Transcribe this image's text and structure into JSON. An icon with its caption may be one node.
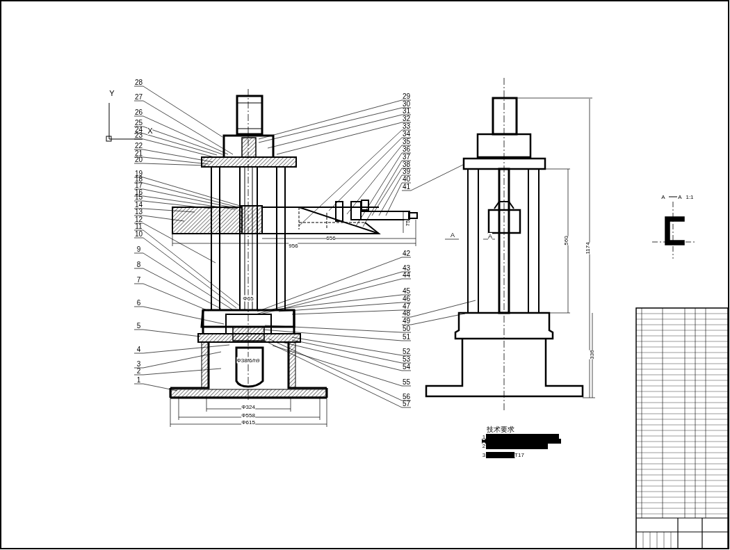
{
  "diagram": {
    "nodes": [
      {
        "text": [
          "28"
        ]
      },
      {
        "text": [
          "27"
        ]
      },
      {
        "text": [
          "26"
        ]
      },
      {
        "text": [
          "25"
        ]
      },
      {
        "text": [
          "24"
        ]
      },
      {
        "text": [
          "23"
        ]
      },
      {
        "text": [
          "22"
        ]
      },
      {
        "text": [
          "21"
        ]
      },
      {
        "text": [
          "20"
        ]
      },
      {
        "text": [
          "19"
        ]
      },
      {
        "text": [
          "18"
        ]
      },
      {
        "text": [
          "17"
        ]
      },
      {
        "text": [
          "16"
        ]
      },
      {
        "text": [
          "15"
        ]
      },
      {
        "text": [
          "14"
        ]
      },
      {
        "text": [
          "13"
        ]
      },
      {
        "text": [
          "12"
        ]
      },
      {
        "text": [
          "11"
        ]
      },
      {
        "text": [
          "10"
        ]
      },
      {
        "text": [
          "9"
        ]
      },
      {
        "text": [
          "8"
        ]
      },
      {
        "text": [
          "7"
        ]
      },
      {
        "text": [
          "6"
        ]
      },
      {
        "text": [
          "5"
        ]
      },
      {
        "text": [
          "4"
        ]
      },
      {
        "text": [
          "3"
        ]
      },
      {
        "text": [
          "2"
        ]
      },
      {
        "text": [
          "1"
        ]
      },
      {
        "text": [
          "29"
        ]
      },
      {
        "text": [
          "30"
        ]
      },
      {
        "text": [
          "31"
        ]
      },
      {
        "text": [
          "32"
        ]
      },
      {
        "text": [
          "33"
        ]
      },
      {
        "text": [
          "34"
        ]
      },
      {
        "text": [
          "35"
        ]
      },
      {
        "text": [
          "36"
        ]
      },
      {
        "text": [
          "37"
        ]
      },
      {
        "text": [
          "38"
        ]
      },
      {
        "text": [
          "39"
        ]
      },
      {
        "text": [
          "40"
        ]
      },
      {
        "text": [
          "41"
        ]
      },
      {
        "text": [
          "42"
        ]
      },
      {
        "text": [
          "43"
        ]
      },
      {
        "text": [
          "44"
        ]
      },
      {
        "text": [
          "45"
        ]
      },
      {
        "text": [
          "46"
        ]
      },
      {
        "text": [
          "47"
        ]
      },
      {
        "text": [
          "48"
        ]
      },
      {
        "text": [
          "49"
        ]
      },
      {
        "text": [
          "50"
        ]
      },
      {
        "text": [
          "51"
        ]
      },
      {
        "text": [
          "52"
        ]
      },
      {
        "text": [
          "53"
        ]
      },
      {
        "text": [
          "54"
        ]
      },
      {
        "text": [
          "55"
        ]
      },
      {
        "text": [
          "56"
        ]
      },
      {
        "text": [
          "57"
        ]
      }
    ],
    "edges": [
      {
        "from": 0,
        "to": null,
        "arrow": "none"
      },
      {
        "from": 1,
        "to": null,
        "arrow": "none"
      },
      {
        "from": 2,
        "to": null,
        "arrow": "none"
      },
      {
        "from": 3,
        "to": null,
        "arrow": "none"
      },
      {
        "from": 4,
        "to": null,
        "arrow": "none"
      },
      {
        "from": 5,
        "to": null,
        "arrow": "none"
      },
      {
        "from": 6,
        "to": null,
        "arrow": "none"
      },
      {
        "from": 7,
        "to": null,
        "arrow": "none"
      },
      {
        "from": 8,
        "to": null,
        "arrow": "none"
      },
      {
        "from": 9,
        "to": null,
        "arrow": "none"
      },
      {
        "from": 10,
        "to": null,
        "arrow": "none"
      },
      {
        "from": 11,
        "to": null,
        "arrow": "none"
      },
      {
        "from": 12,
        "to": null,
        "arrow": "none"
      },
      {
        "from": 13,
        "to": null,
        "arrow": "none"
      },
      {
        "from": 14,
        "to": null,
        "arrow": "none"
      },
      {
        "from": 15,
        "to": null,
        "arrow": "none"
      },
      {
        "from": 16,
        "to": null,
        "arrow": "none"
      },
      {
        "from": 17,
        "to": null,
        "arrow": "none"
      },
      {
        "from": 18,
        "to": null,
        "arrow": "none"
      },
      {
        "from": 19,
        "to": null,
        "arrow": "none"
      },
      {
        "from": 20,
        "to": null,
        "arrow": "none"
      },
      {
        "from": 21,
        "to": null,
        "arrow": "none"
      },
      {
        "from": 22,
        "to": null,
        "arrow": "none"
      },
      {
        "from": 23,
        "to": null,
        "arrow": "none"
      },
      {
        "from": 24,
        "to": null,
        "arrow": "none"
      },
      {
        "from": 25,
        "to": null,
        "arrow": "none"
      },
      {
        "from": 26,
        "to": null,
        "arrow": "none"
      },
      {
        "from": 27,
        "to": null,
        "arrow": "none"
      },
      {
        "from": 28,
        "to": null,
        "arrow": "none"
      },
      {
        "from": 29,
        "to": null,
        "arrow": "none"
      },
      {
        "from": 30,
        "to": null,
        "arrow": "none"
      },
      {
        "from": 31,
        "to": null,
        "arrow": "none"
      },
      {
        "from": 32,
        "to": null,
        "arrow": "none"
      },
      {
        "from": 33,
        "to": null,
        "arrow": "none"
      },
      {
        "from": 34,
        "to": null,
        "arrow": "none"
      },
      {
        "from": 35,
        "to": null,
        "arrow": "none"
      },
      {
        "from": 36,
        "to": null,
        "arrow": "none"
      },
      {
        "from": 37,
        "to": null,
        "arrow": "none"
      },
      {
        "from": 38,
        "to": null,
        "arrow": "none"
      },
      {
        "from": 39,
        "to": null,
        "arrow": "none"
      },
      {
        "from": 40,
        "to": null,
        "arrow": "none"
      },
      {
        "from": 41,
        "to": null,
        "arrow": "none"
      },
      {
        "from": 42,
        "to": null,
        "arrow": "none"
      },
      {
        "from": 43,
        "to": null,
        "arrow": "none"
      },
      {
        "from": 44,
        "to": null,
        "arrow": "none"
      },
      {
        "from": 45,
        "to": null,
        "arrow": "none"
      },
      {
        "from": 46,
        "to": null,
        "arrow": "none"
      },
      {
        "from": 47,
        "to": null,
        "arrow": "none"
      },
      {
        "from": 48,
        "to": null,
        "arrow": "none"
      },
      {
        "from": 49,
        "to": null,
        "arrow": "none"
      },
      {
        "from": 50,
        "to": null,
        "arrow": "none"
      },
      {
        "from": 51,
        "to": null,
        "arrow": "none"
      },
      {
        "from": 52,
        "to": null,
        "arrow": "none"
      },
      {
        "from": 53,
        "to": null,
        "arrow": "none"
      },
      {
        "from": 54,
        "to": null,
        "arrow": "none"
      },
      {
        "from": 55,
        "to": null,
        "arrow": "none"
      },
      {
        "from": 56,
        "to": null,
        "arrow": "none"
      }
    ],
    "labels": [
      "Y",
      "X",
      "A",
      "A",
      "1:1",
      "75",
      "656",
      "956",
      "A",
      "A",
      "560",
      "1174",
      "Φ65",
      "336",
      "Φ38f6/h9",
      "Φ324",
      "Φ558",
      "Φ615",
      "技术要求",
      "1",
      "2",
      "3",
      "T17"
    ]
  }
}
